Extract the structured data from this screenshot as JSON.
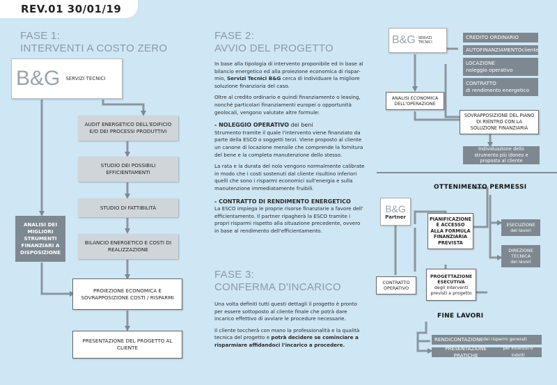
{
  "header": {
    "revision": "REV.01 30/01/19"
  },
  "fase1": {
    "title_line1": "FASE 1:",
    "title_line2": "INTERVENTI A COSTO ZERO",
    "logo": {
      "brand": "B&G",
      "subtitle": "SERVIZI TECNICI"
    },
    "steps": [
      "AUDIT ENERGETICO DELL'EDIFICIO E/O DEI PROCESSI PRODUTTIVI",
      "STUDIO DEI POSSIBILI EFFICIENTAMENTI",
      "STUDIO DI FATTIBILITÀ",
      "BILANCIO ENERGETICO E COSTI DI REALIZZAZIONE",
      "PROIEZIONE ECONOMICA E SOVRAPPOSIZIONE COSTI / RISPARMI",
      "PRESENTAZIONE DEL PROGETTO AL CLIENTE"
    ],
    "side_box": "ANALISI DEI MIGLIORI STRUMENTI FINANZIARI A DISPOSIZIONE"
  },
  "fase2": {
    "title_line1": "FASE 2:",
    "title_line2": "AVVIO DEL PROGETTO",
    "para1_a": "In base alla tipologia di intervento proponibile ed in base al bilancio energetico ed alla proiezione economica di rispar-mio, ",
    "para1_b": "Servizi Tecnici B&G",
    "para1_c": " cerca di individuare la migliore soluzione finanziaria del caso.",
    "para2": "Oltre al credito ordinario e quindi finanziamento o leasing, nonché particolari finanziamenti europei o opportunità geolocali, vengono valutate altre formule:",
    "noleggio_title_a": "- NOLEGGIO OPERATIVO",
    "noleggio_title_b": " dei beni",
    "noleggio_text": "Strumento tramite il quale l'intervento viene finanziato da parte della ESCO o soggetti terzi. Viene proposto al cliente un canone di locazione mensile che comprende la fornitura del bene e la completa manutenzione dello stesso.",
    "noleggio_text2": "La rata e la durata del nolo vengono normalmente calibrate in modo che i costi sostenuti dal cliente risultino inferiori quelli che sono i risparmi economici sull'energia e sulla manutenzione immediatamente fruibili.",
    "contratto_title": "- CONTRATTO DI RENDIMENTO ENERGETICO",
    "contratto_text": "La ESCO impiega le proprie risorse finanziarie a favore dell' efficientamento. Il partner ripagherà la ESCO tramite i propri risparmi rispetto alla situazione precedente, ovvero in base al rendimento dell'efficientamento."
  },
  "fase3": {
    "title_line1": "FASE 3:",
    "title_line2": "CONFERMA D'INCARICO",
    "para1": "Una volta definiti tutti questi dettagli il progetto è pronto per essere sottoposto al cliente finale che potrà dare incarico effettivo di avviare le procedure necessarie.",
    "para2_a": "Il cliente toccherà con mano la professionalità e la qualità tecnica del progetto e ",
    "para2_b": "potrà decidere se cominciare a risparmiare affidandoci l'incarico a procedere."
  },
  "right_top": {
    "logo": {
      "brand": "B&G",
      "subtitle": "SERVIZI TECNICI"
    },
    "options": [
      {
        "label": "CREDITO ORDINARIO",
        "sub": ""
      },
      {
        "label": "AUTOFINANZIAMENTO",
        "sub": " cliente"
      },
      {
        "label": "LOCAZIONE",
        "sub": "noleggio operativo"
      },
      {
        "label": "CONTRATTO",
        "sub": "di rendimento energetico"
      }
    ],
    "analisi": "ANALISI ECONOMICA DELL'OPERAZIONE",
    "sovrapposizione": "SOVRAPPOSIZIONE DEL PIANO DI RIENTRO CON LA SOLUZIONE FINANZIARIA",
    "individuazione": "Individuazione dello strumento più idoneo e proposta al cliente"
  },
  "right_bottom": {
    "ottenimento": "OTTENIMENTO PERMESSI",
    "partner_logo": {
      "brand": "B&G",
      "subtitle": "Partner"
    },
    "pianificazione": "PIANIFICAZIONE E ACCESSO ALLA FORMULA FINANZIARIA PREVISTA",
    "esecuzione_title": "ESECUZIONE",
    "esecuzione_sub": "dei lavori",
    "direzione_title": "DIREZIONE TECNICA",
    "direzione_sub": "dei lavori",
    "contratto_operativo": "CONTRATTO OPERATIVO",
    "progettazione_title": "PROGETTAZIONE ESECUTIVA",
    "progettazione_sub": "degli interventi previsti a progetto",
    "fine_lavori": "FINE LAVORI",
    "rendicontazione_a": "RENDICONTAZIONE",
    "rendicontazione_b": " dei risparmi generati",
    "presentazione_a": "PRESENTAZIONE PRATICHE",
    "presentazione_b": " per incentivi o indotti"
  }
}
